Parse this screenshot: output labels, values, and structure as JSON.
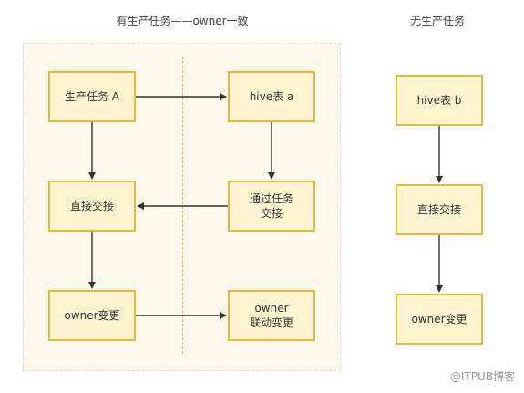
{
  "titles": {
    "left": "有生产任务——owner一致",
    "right": "无生产任务"
  },
  "boxes": {
    "prod_task": "生产任务 A",
    "hive_a": "hive表 a",
    "direct_handover_left": "直接交接",
    "via_task_handover_line1": "通过任务",
    "via_task_handover_line2": "交接",
    "owner_change_left": "owner变更",
    "owner_linked_change_line1": "owner",
    "owner_linked_change_line2": "联动变更",
    "hive_b": "hive表 b",
    "direct_handover_right": "直接交接",
    "owner_change_right": "owner变更"
  },
  "watermark": "@ITPUB博客",
  "colors": {
    "box_fill": "#fff6d1",
    "box_border": "#e9b73a",
    "panel_fill": "#fdf8ec",
    "divider": "#f1a870",
    "arrow": "#333333"
  }
}
